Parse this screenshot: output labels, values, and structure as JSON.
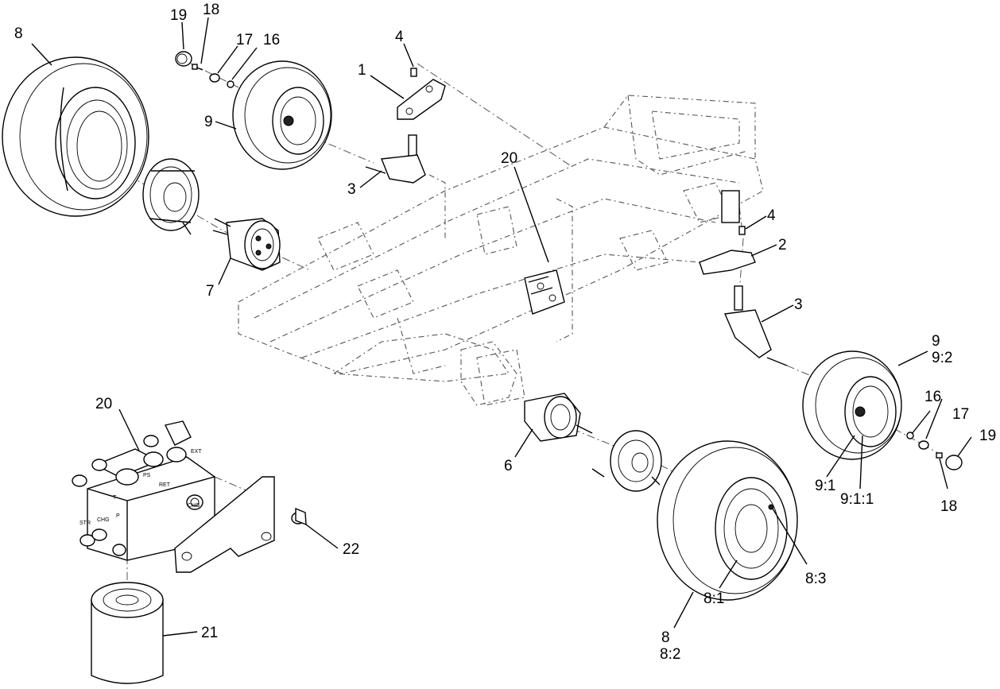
{
  "callouts": [
    {
      "id": "c-8-top",
      "text": "8"
    },
    {
      "id": "c-19-top",
      "text": "19"
    },
    {
      "id": "c-18-top",
      "text": "18"
    },
    {
      "id": "c-17-top",
      "text": "17"
    },
    {
      "id": "c-16-top",
      "text": "16"
    },
    {
      "id": "c-4-top",
      "text": "4"
    },
    {
      "id": "c-1",
      "text": "1"
    },
    {
      "id": "c-9-top",
      "text": "9"
    },
    {
      "id": "c-3-top",
      "text": "3"
    },
    {
      "id": "c-20-top",
      "text": "20"
    },
    {
      "id": "c-7",
      "text": "7"
    },
    {
      "id": "c-4-right",
      "text": "4"
    },
    {
      "id": "c-2",
      "text": "2"
    },
    {
      "id": "c-3-right",
      "text": "3"
    },
    {
      "id": "c-9-right",
      "text": "9"
    },
    {
      "id": "c-9-2",
      "text": "9:2"
    },
    {
      "id": "c-16-right",
      "text": "16"
    },
    {
      "id": "c-17-right",
      "text": "17"
    },
    {
      "id": "c-19-right",
      "text": "19"
    },
    {
      "id": "c-9-1",
      "text": "9:1"
    },
    {
      "id": "c-9-1-1",
      "text": "9:1:1"
    },
    {
      "id": "c-18-right",
      "text": "18"
    },
    {
      "id": "c-20-bottom",
      "text": "20"
    },
    {
      "id": "c-6",
      "text": "6"
    },
    {
      "id": "c-22",
      "text": "22"
    },
    {
      "id": "c-8-3",
      "text": "8:3"
    },
    {
      "id": "c-8-1",
      "text": "8:1"
    },
    {
      "id": "c-8-bottom",
      "text": "8"
    },
    {
      "id": "c-8-2",
      "text": "8:2"
    },
    {
      "id": "c-21",
      "text": "21"
    }
  ],
  "valve_markings": [
    "STR",
    "CHG",
    "P",
    "T",
    "EXT",
    "PS",
    "RET",
    "CHG"
  ]
}
